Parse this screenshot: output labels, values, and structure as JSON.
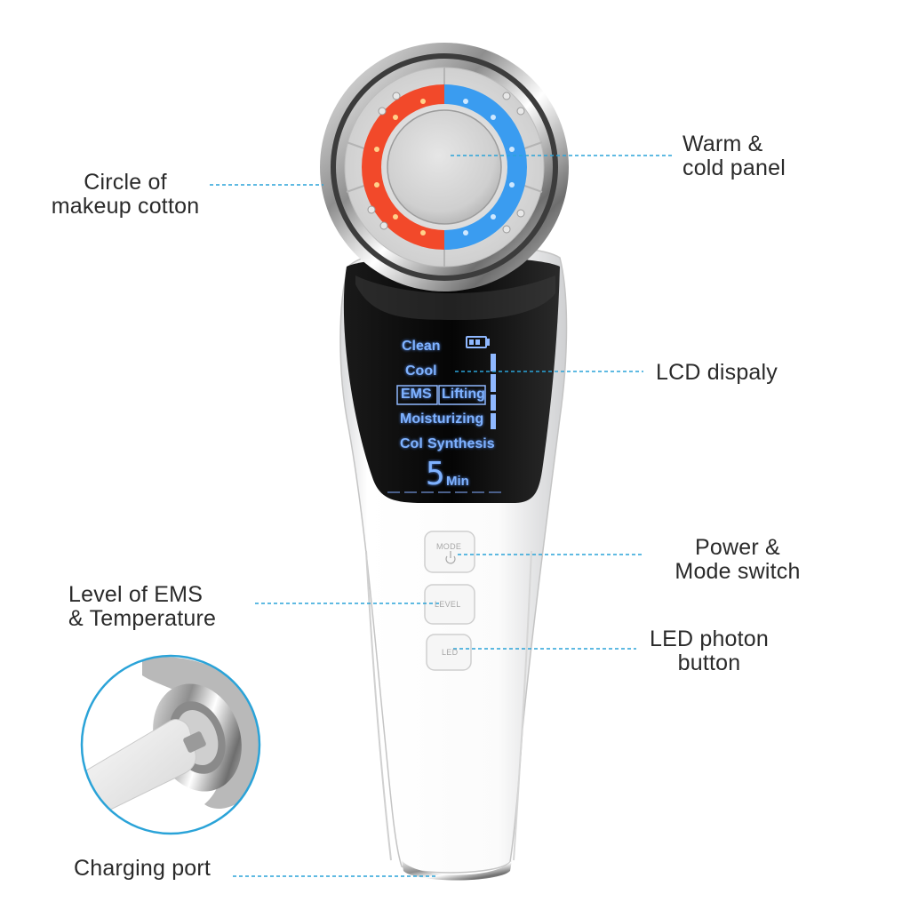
{
  "labels": {
    "warm_cold": [
      "Warm &",
      "cold panel"
    ],
    "makeup": [
      "Circle of",
      "makeup cotton"
    ],
    "lcd": "LCD dispaly",
    "power_mode": [
      "Power &",
      "Mode switch"
    ],
    "level_ems": [
      "Level of EMS",
      "& Temperature"
    ],
    "led_photon": [
      "LED photon",
      "button"
    ],
    "charging": "Charging port"
  },
  "screen": {
    "modes": [
      "Clean",
      "Cool",
      "EMS",
      "Lifting",
      "Moisturizing",
      "Col",
      "Synthesis"
    ],
    "time_value": "5",
    "time_unit": "Min"
  },
  "buttons": {
    "mode": "MODE",
    "level": "LEVEL",
    "led": "LED"
  },
  "colors": {
    "leader_line": "#2aa3d8",
    "warm": "#f2492a",
    "cold": "#3a9cf0",
    "lcd_text": "#7fb2ff"
  }
}
